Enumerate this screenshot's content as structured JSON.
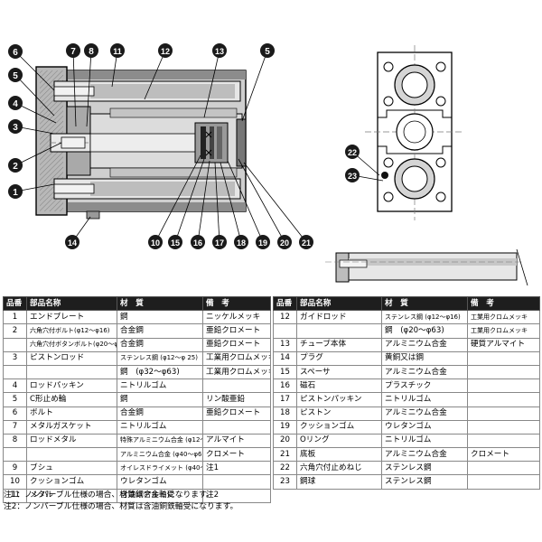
{
  "callouts": {
    "c1": "1",
    "c2": "2",
    "c3": "3",
    "c4": "4",
    "c5": "5",
    "c6": "6",
    "c7": "7",
    "c8": "8",
    "c11": "11",
    "c12": "12",
    "c13": "13",
    "c5b": "5",
    "c14": "14",
    "c10": "10",
    "c15": "15",
    "c16": "16",
    "c17": "17",
    "c18": "18",
    "c19": "19",
    "c20": "20",
    "c21": "21",
    "c22": "22",
    "c23": "23"
  },
  "table": {
    "headers": {
      "no": "品番",
      "name": "部品名称",
      "material": "材　質",
      "note": "備　考"
    },
    "left": [
      {
        "no": "1",
        "name": "エンドプレート",
        "material": "鋼",
        "note": "ニッケルメッキ"
      },
      {
        "no": "2",
        "name": "六角穴付ボルト(φ12〜φ16)",
        "material": "合金鋼",
        "note": "亜鉛クロメート"
      },
      {
        "no": "",
        "name": "六角穴付ボタンボルト(φ20〜φ63)",
        "material": "合金鋼",
        "note": "亜鉛クロメート"
      },
      {
        "no": "3",
        "name": "ピストンロッド",
        "material": "ステンレス鋼 (φ12〜φ 25)",
        "note": "工業用クロムメッキ"
      },
      {
        "no": "",
        "name": "",
        "material": "鋼　(φ32〜φ63)",
        "note": "工業用クロムメッキ"
      },
      {
        "no": "4",
        "name": "ロッドパッキン",
        "material": "ニトリルゴム",
        "note": ""
      },
      {
        "no": "5",
        "name": "C形止め輪",
        "material": "鋼",
        "note": "リン酸亜鉛"
      },
      {
        "no": "6",
        "name": "ボルト",
        "material": "合金鋼",
        "note": "亜鉛クロメート"
      },
      {
        "no": "7",
        "name": "メタルガスケット",
        "material": "ニトリルゴム",
        "note": ""
      },
      {
        "no": "8",
        "name": "ロッドメタル",
        "material": "特殊アルミニウム合金 (φ12〜φ32)",
        "note": "アルマイト"
      },
      {
        "no": "",
        "name": "",
        "material": "アルミニウム合金 (φ40〜φ63)",
        "note": "クロメート"
      },
      {
        "no": "9",
        "name": "ブシュ",
        "material": "オイレスドライメット (φ40〜φ63)",
        "note": "注1"
      },
      {
        "no": "10",
        "name": "クッションゴム",
        "material": "ウレタンゴム",
        "note": ""
      },
      {
        "no": "11",
        "name": "メタル",
        "material": "含油銅合金軸受",
        "note": "注2"
      }
    ],
    "right": [
      {
        "no": "12",
        "name": "ガイドロッド",
        "material": "ステンレス鋼 (φ12〜φ16)",
        "note": "工業用クロムメッキ"
      },
      {
        "no": "",
        "name": "",
        "material": "鋼　(φ20〜φ63)",
        "note": "工業用クロムメッキ"
      },
      {
        "no": "13",
        "name": "チューブ本体",
        "material": "アルミニウム合金",
        "note": "硬質アルマイト"
      },
      {
        "no": "14",
        "name": "プラグ",
        "material": "黄銅又は鋼",
        "note": ""
      },
      {
        "no": "15",
        "name": "スペーサ",
        "material": "アルミニウム合金",
        "note": ""
      },
      {
        "no": "16",
        "name": "磁石",
        "material": "プラスチック",
        "note": ""
      },
      {
        "no": "17",
        "name": "ピストンパッキン",
        "material": "ニトリルゴム",
        "note": ""
      },
      {
        "no": "18",
        "name": "ピストン",
        "material": "アルミニウム合金",
        "note": ""
      },
      {
        "no": "19",
        "name": "クッションゴム",
        "material": "ウレタンゴム",
        "note": ""
      },
      {
        "no": "20",
        "name": "Oリング",
        "material": "ニトリルゴム",
        "note": ""
      },
      {
        "no": "21",
        "name": "底板",
        "material": "アルミニウム合金",
        "note": "クロメート"
      },
      {
        "no": "22",
        "name": "六角穴付止めねじ",
        "material": "ステンレス鋼",
        "note": ""
      },
      {
        "no": "23",
        "name": "鋼球",
        "material": "ステンレス鋼",
        "note": ""
      }
    ]
  },
  "notes": [
    "注1：ノンパーブル仕様の場合、材質はアルミになります。",
    "注2：ノンパーブル仕様の場合、材質は含油銅鉄軸受になります。"
  ]
}
